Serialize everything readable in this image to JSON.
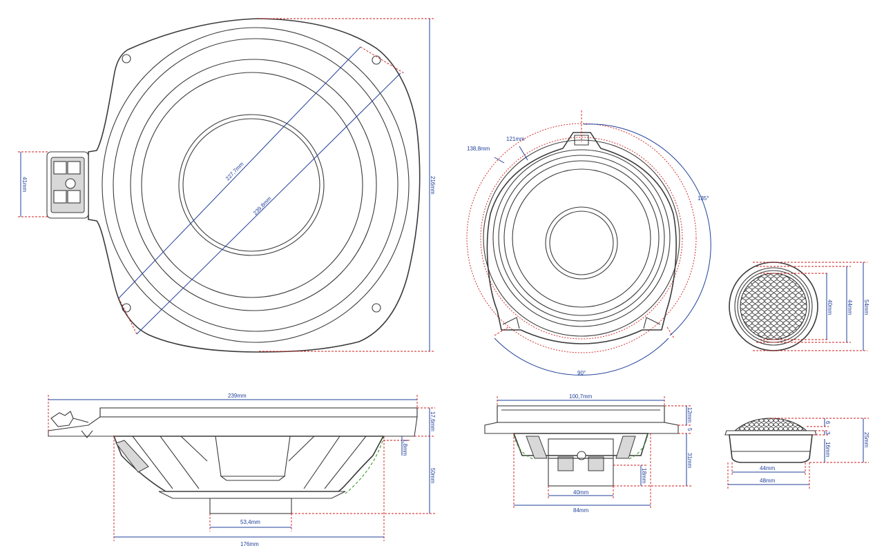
{
  "colors": {
    "outline": "#3a3a3a",
    "dimension": "#d01818",
    "measure": "#1f3f9a",
    "clearance": "#3a9a2a"
  },
  "woofer_front": {
    "height_label": "216mm",
    "terminal_label": "41mm",
    "inner_diameter_label": "227,7mm",
    "outer_diameter_label": "239,8mm"
  },
  "midrange_front": {
    "inner_diameter_label": "121mm",
    "outer_diameter_label": "138,8mm",
    "angle_top_label": "135°",
    "angle_bottom_label": "90°"
  },
  "tweeter_front": {
    "inner_label": "40mm",
    "middle_label": "44mm",
    "outer_label": "54mm"
  },
  "woofer_side": {
    "width_label": "239mm",
    "flange_label": "17,6mm",
    "step_label": "1,8mm",
    "depth_label": "50mm",
    "magnet_label": "53,4mm",
    "basket_label": "176mm"
  },
  "midrange_side": {
    "width_label": "100,7mm",
    "flange_label": "12mm",
    "step_label": "5",
    "depth_label": "31mm",
    "magnet_height_label": "18mm",
    "magnet_label": "40mm",
    "basket_label": "84mm"
  },
  "tweeter_side": {
    "dome_label": "6",
    "rim_label": "3",
    "body_label": "16mm",
    "height_label": "25mm",
    "inner_label": "44mm",
    "outer_label": "48mm"
  }
}
